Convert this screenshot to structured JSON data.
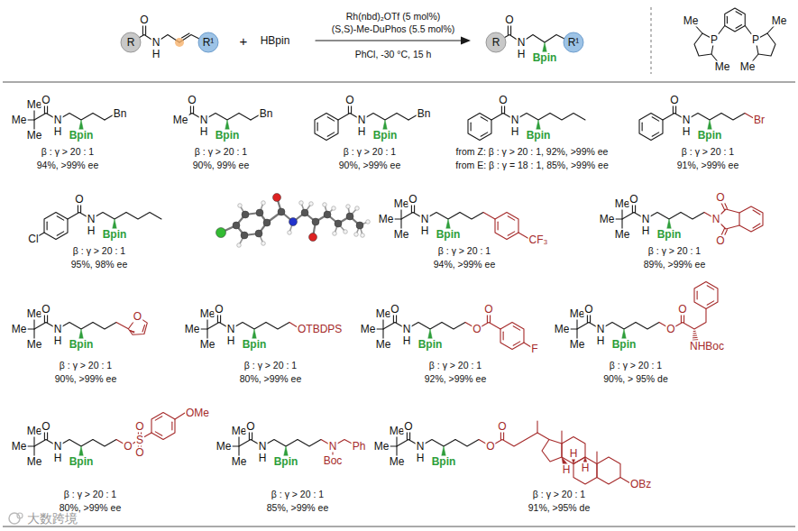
{
  "diagram": {
    "labels": [
      "R",
      "O",
      "N",
      "H",
      "R¹",
      "+",
      "HBpin",
      "Rh(nbd)₂OTf (5 mol%)",
      "(S,S)-Me-DuPhos (5.5 mol%)",
      "PhCl, -30 °C, 15 h",
      "R",
      "O",
      "N",
      "H",
      "Bpin",
      "R¹",
      "Me",
      "P",
      "Me",
      "Me",
      "P",
      "Me",
      "Me",
      "Me",
      "Me",
      "O",
      "N",
      "H",
      "Bpin",
      "Bn",
      "β : γ > 20 : 1",
      "94%, >99% ee",
      "Me",
      "O",
      "N",
      "H",
      "Bpin",
      "Bn",
      "β : γ > 20 : 1",
      "90%, 99% ee",
      "O",
      "N",
      "H",
      "Bpin",
      "Bn",
      "β : γ > 20 : 1",
      "90%, >99% ee",
      "O",
      "N",
      "H",
      "Bpin",
      "from Z: β : γ > 20 : 1, 92%, >99% ee",
      "from E: β : γ = 18 : 1, 85%, >99% ee",
      "O",
      "N",
      "H",
      "Bpin",
      "Br",
      "β : γ > 20 : 1",
      "91%, >99% ee",
      "Cl",
      "O",
      "N",
      "H",
      "Bpin",
      "β : γ > 20 : 1",
      "95%, 98% ee",
      "Me",
      "Me",
      "Me",
      "O",
      "N",
      "H",
      "Bpin",
      "CF₃",
      "β : γ > 20 : 1",
      "94%, >99% ee",
      "Me",
      "Me",
      "Me",
      "O",
      "N",
      "H",
      "Bpin",
      "N",
      "O",
      "O",
      "β : γ > 20 : 1",
      "89%, >99% ee",
      "Me",
      "Me",
      "Me",
      "O",
      "N",
      "H",
      "Bpin",
      "O",
      "β : γ > 20 : 1",
      "90%, >99% ee",
      "Me",
      "Me",
      "Me",
      "O",
      "N",
      "H",
      "Bpin",
      "OTBDPS",
      "β : γ > 20 : 1",
      "80%, >99% ee",
      "Me",
      "Me",
      "Me",
      "O",
      "N",
      "H",
      "Bpin",
      "O",
      "O",
      "F",
      "β : γ > 20 : 1",
      "92%, >99% ee",
      "Me",
      "Me",
      "Me",
      "O",
      "N",
      "H",
      "Bpin",
      "O",
      "O",
      "NHBoc",
      "β : γ > 20 : 1",
      "90%, > 95% de",
      "Me",
      "Me",
      "Me",
      "O",
      "N",
      "H",
      "Bpin",
      "O",
      "S",
      "O",
      "O",
      "OMe",
      "β : γ > 20 : 1",
      "80%, >99% ee",
      "Me",
      "Me",
      "Me",
      "O",
      "N",
      "H",
      "Bpin",
      "N",
      "Boc",
      "Ph",
      "β : γ > 20 : 1",
      "85%, >99% ee",
      "Me",
      "Me",
      "Me",
      "O",
      "N",
      "H",
      "Bpin",
      "O",
      "O",
      "H",
      "H",
      "H",
      "OBz",
      "β : γ > 20 : 1",
      "91%, >95% de",
      "大数跨境"
    ]
  }
}
